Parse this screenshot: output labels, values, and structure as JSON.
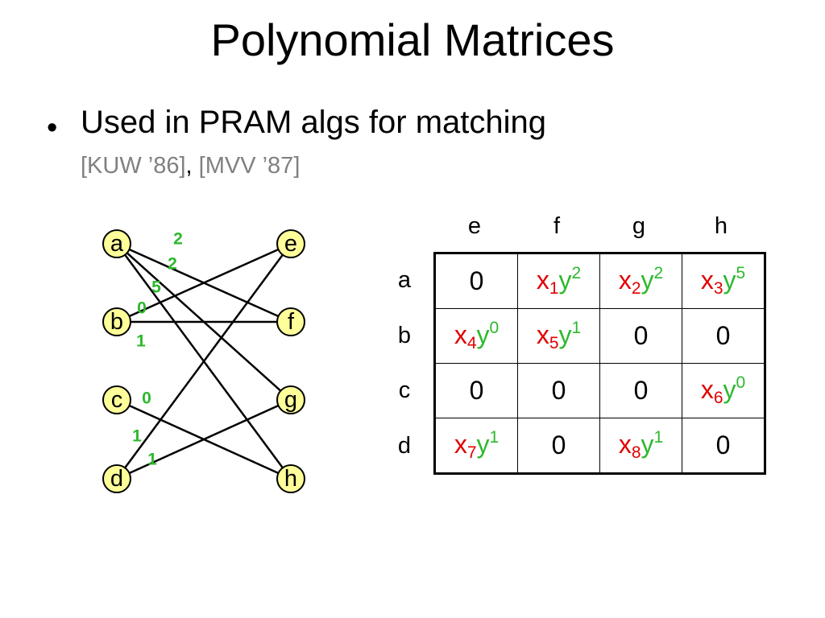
{
  "slide": {
    "title": "Polynomial Matrices",
    "bullet": "Used in PRAM algs for matching",
    "citations": [
      "[KUW ’86]",
      "[MVV ’87]"
    ],
    "citation_separator": ", ",
    "bullet_color": "#000000",
    "citation_color": "#808080"
  },
  "graph": {
    "node_fill": "#ffff99",
    "weight_color": "#2db82d",
    "left_nodes": [
      "a",
      "b",
      "c",
      "d"
    ],
    "right_nodes": [
      "e",
      "f",
      "g",
      "h"
    ],
    "edges": [
      {
        "from": "a",
        "to": "f",
        "weight": "2"
      },
      {
        "from": "a",
        "to": "g",
        "weight": "2"
      },
      {
        "from": "a",
        "to": "h",
        "weight": "5"
      },
      {
        "from": "b",
        "to": "e",
        "weight": "0"
      },
      {
        "from": "b",
        "to": "f",
        "weight": "1"
      },
      {
        "from": "c",
        "to": "h",
        "weight": "0"
      },
      {
        "from": "d",
        "to": "e",
        "weight": "1"
      },
      {
        "from": "d",
        "to": "g",
        "weight": "1"
      }
    ]
  },
  "matrix": {
    "columns": [
      "e",
      "f",
      "g",
      "h"
    ],
    "rows": [
      "a",
      "b",
      "c",
      "d"
    ],
    "x_color": "#e00000",
    "y_color": "#2db82d",
    "cells": [
      [
        {
          "v": "0"
        },
        {
          "x": "1",
          "y": "2"
        },
        {
          "x": "2",
          "y": "2"
        },
        {
          "x": "3",
          "y": "5"
        }
      ],
      [
        {
          "x": "4",
          "y": "0"
        },
        {
          "x": "5",
          "y": "1"
        },
        {
          "v": "0"
        },
        {
          "v": "0"
        }
      ],
      [
        {
          "v": "0"
        },
        {
          "v": "0"
        },
        {
          "v": "0"
        },
        {
          "x": "6",
          "y": "0"
        }
      ],
      [
        {
          "x": "7",
          "y": "1"
        },
        {
          "v": "0"
        },
        {
          "x": "8",
          "y": "1"
        },
        {
          "v": "0"
        }
      ]
    ]
  }
}
